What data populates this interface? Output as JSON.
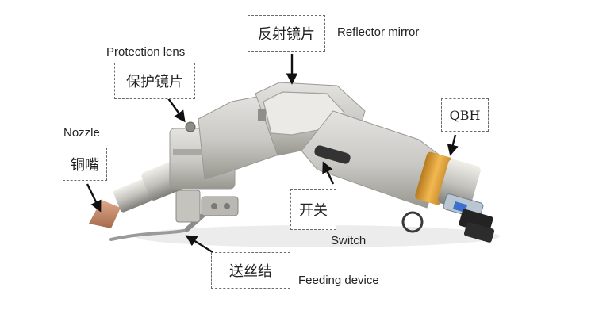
{
  "labels": {
    "reflector_cn": "反射镜片",
    "reflector_en": "Reflector mirror",
    "protection_en": "Protection lens",
    "protection_cn": "保护镜片",
    "nozzle_en": "Nozzle",
    "nozzle_cn": "铜嘴",
    "qbh": "QBH",
    "switch_cn": "开关",
    "switch_en": "Switch",
    "feeding_cn": "送丝结",
    "feeding_en": "Feeding device"
  },
  "colors": {
    "body_light": "#d3d2ce",
    "body_dark": "#9e9d99",
    "ring": "#e2a43c",
    "nozzle": "#c88b6c",
    "arrow": "#111111"
  }
}
